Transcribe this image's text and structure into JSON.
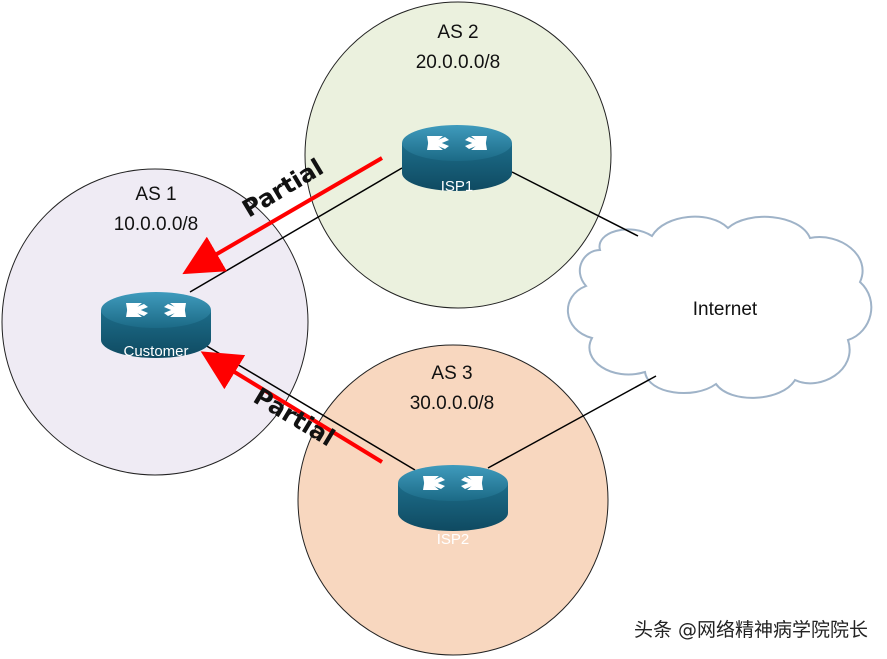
{
  "as_zones": [
    {
      "id": "as1",
      "name": "AS 1",
      "prefix": "10.0.0.0/8",
      "fill": "#efebf4"
    },
    {
      "id": "as2",
      "name": "AS 2",
      "prefix": "20.0.0.0/8",
      "fill": "#ebf1de"
    },
    {
      "id": "as3",
      "name": "AS 3",
      "prefix": "30.0.0.0/8",
      "fill": "#f8d7bf"
    }
  ],
  "routers": {
    "customer": "Customer",
    "isp1": "ISP1",
    "isp2": "ISP2"
  },
  "cloud": {
    "label": "Internet"
  },
  "arrows": {
    "top_label": "Partial",
    "bottom_label": "Partial",
    "color": "#ff0000"
  },
  "watermark": "头条 @网络精神病学院院长",
  "colors": {
    "router_body": "#1f6f8b",
    "link": "#000000",
    "circle_stroke": "#222222"
  }
}
